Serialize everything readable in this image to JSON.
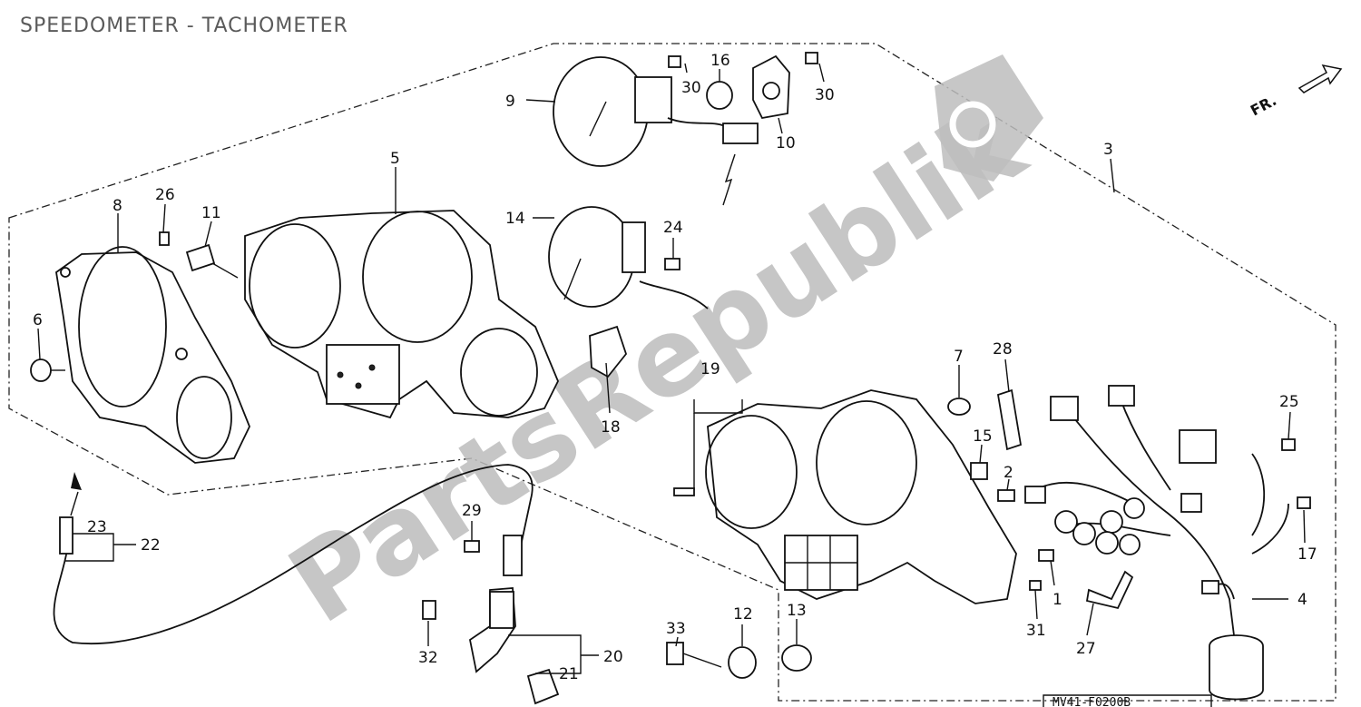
{
  "title": "SPEEDOMETER - TACHOMETER",
  "watermark": "PartsRepublik",
  "front_marker": "FR.",
  "drawing_code": "MV41-F0200B",
  "callouts": {
    "c1": "1",
    "c2": "2",
    "c3": "3",
    "c4": "4",
    "c5": "5",
    "c6": "6",
    "c7": "7",
    "c8": "8",
    "c9": "9",
    "c10": "10",
    "c11": "11",
    "c12": "12",
    "c13": "13",
    "c14": "14",
    "c15": "15",
    "c16": "16",
    "c17": "17",
    "c18": "18",
    "c19": "19",
    "c20": "20",
    "c21": "21",
    "c22": "22",
    "c23": "23",
    "c24": "24",
    "c25": "25",
    "c26": "26",
    "c27": "27",
    "c28": "28",
    "c29": "29",
    "c30a": "30",
    "c30b": "30",
    "c31": "31",
    "c32": "32",
    "c33": "33"
  }
}
